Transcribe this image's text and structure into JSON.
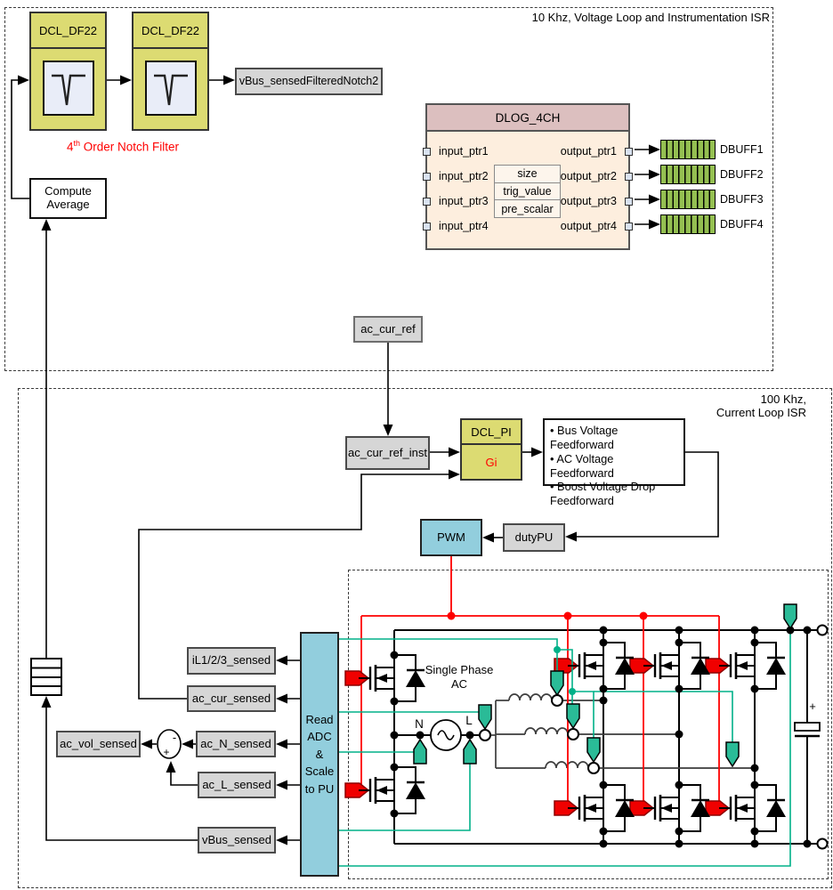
{
  "voltage_loop": {
    "title": "10 Khz, Voltage Loop and Instrumentation ISR",
    "df22_a": "DCL_DF22",
    "df22_b": "DCL_DF22",
    "notch_caption": {
      "base": "4",
      "sup": "th",
      "rest": "Order Notch Filter"
    },
    "compute_line1": "Compute",
    "compute_line2": "Average",
    "vbus_filtered": "vBus_sensedFilteredNotch2",
    "dlog": {
      "title": "DLOG_4CH",
      "inputs": [
        "input_ptr1",
        "input_ptr2",
        "input_ptr3",
        "input_ptr4"
      ],
      "outputs": [
        "output_ptr1",
        "output_ptr2",
        "output_ptr3",
        "output_ptr4"
      ],
      "params": [
        "size",
        "trig_value",
        "pre_scalar"
      ],
      "buffers": [
        "DBUFF1",
        "DBUFF2",
        "DBUFF3",
        "DBUFF4"
      ]
    }
  },
  "current_loop": {
    "title_line1": "100 Khz,",
    "title_line2": "Current Loop ISR",
    "ac_cur_ref": "ac_cur_ref",
    "ac_cur_ref_inst": "ac_cur_ref_inst",
    "dcl_pi_title": "DCL_PI",
    "dcl_pi_body": "Gi",
    "feedforward": [
      "• Bus Voltage Feedforward",
      "• AC Voltage Feedforward",
      "• Boost Voltage Drop Feedforward"
    ],
    "pwm": "PWM",
    "duty": "dutyPU",
    "adc_lines": [
      "Read",
      "ADC",
      "&",
      "Scale",
      "to PU"
    ],
    "sensed": {
      "il": "iL1/2/3_sensed",
      "ac_cur": "ac_cur_sensed",
      "ac_n": "ac_N_sensed",
      "ac_l": "ac_L_sensed",
      "vbus": "vBus_sensed",
      "ac_vol": "ac_vol_sensed"
    },
    "sum": {
      "minus": "-",
      "plus": "+"
    },
    "circuit": {
      "phase1": "Single Phase",
      "phase2": "AC",
      "n": "N",
      "l": "L",
      "cap_plus": "+"
    }
  },
  "colors": {
    "accent_yellow": "#dcdb72",
    "accent_blue": "#92cedd",
    "wire_red": "#fe0000",
    "wire_teal": "#00b189",
    "buffer_green": "#94bf51",
    "dlog_header": "#dcbfbf",
    "dlog_body": "#fdeede",
    "box_gray": "#d6d6d6",
    "caption_red": "#ff0000"
  }
}
